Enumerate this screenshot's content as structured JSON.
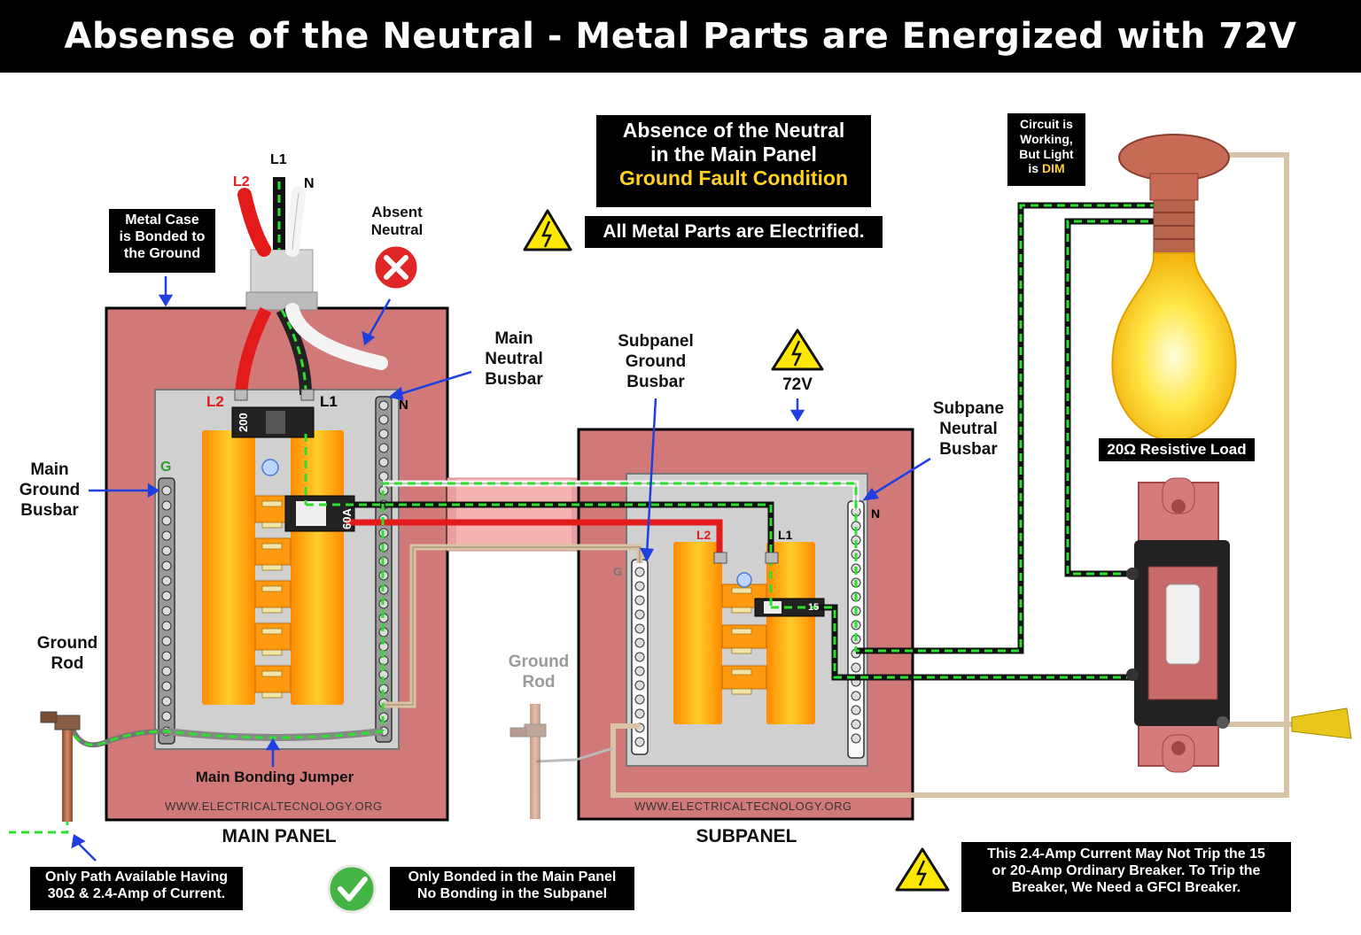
{
  "title": "Absense of the Neutral - Metal Parts are Energized with 72V",
  "header_box": {
    "line1": "Absence of the Neutral",
    "line2": "in the Main Panel",
    "line3": "Ground Fault Condition"
  },
  "warning_box": "All Metal Parts are Electrified.",
  "circuit_box": {
    "line1": "Circuit is",
    "line2": "Working,",
    "line3": "But Light",
    "line4_prefix": "is ",
    "line4_highlight": "DIM"
  },
  "load_label": "20Ω Resistive Load",
  "metal_case_box": {
    "line1": "Metal Case",
    "line2": "is Bonded to",
    "line3": "the Ground"
  },
  "absent_neutral": {
    "line1": "Absent",
    "line2": "Neutral"
  },
  "service_wires": {
    "l1": "L1",
    "l2": "L2",
    "n": "N"
  },
  "main_panel": {
    "label": "MAIN PANEL",
    "watermark": "WWW.ELECTRICALTECNOLOGY.ORG",
    "l2": "L2",
    "l1": "L1",
    "n": "N",
    "g": "G",
    "main_breaker": "200",
    "branch_breaker": "60A",
    "bonding_jumper": "Main Bonding Jumper",
    "neutral_busbar": {
      "line1": "Main",
      "line2": "Neutral",
      "line3": "Busbar"
    },
    "ground_busbar": {
      "line1": "Main",
      "line2": "Ground",
      "line3": "Busbar"
    }
  },
  "subpanel": {
    "label": "SUBPANEL",
    "watermark": "WWW.ELECTRICALTECNOLOGY.ORG",
    "l2": "L2",
    "l1": "L1",
    "n": "N",
    "g": "G",
    "breaker": "15",
    "ground_busbar": {
      "line1": "Subpanel",
      "line2": "Ground",
      "line3": "Busbar"
    },
    "neutral_busbar": {
      "line1": "Subpane",
      "line2": "Neutral",
      "line3": "Busbar"
    },
    "voltage": "72V"
  },
  "ground_rod_main": {
    "line1": "Ground",
    "line2": "Rod"
  },
  "ground_rod_sub": {
    "line1": "Ground",
    "line2": "Rod"
  },
  "path_box": {
    "line1": "Only Path Available Having",
    "line2": "30Ω & 2.4-Amp of Current."
  },
  "bonded_box": {
    "line1": "Only Bonded in the Main Panel",
    "line2": "No Bonding in the Subpanel"
  },
  "gfci_box": {
    "line1": "This 2.4-Amp Current May Not Trip the 15",
    "line2": "or 20-Amp Ordinary Breaker. To Trip the",
    "line3": "Breaker, We Need a GFCI Breaker."
  },
  "colors": {
    "panel": "#d17978",
    "live": "#e31b1b",
    "fault": "#2ee02e",
    "neutral_wire": "#e8e8e8",
    "ground_wire": "#d9c3a6",
    "busbar_orange": "#ff9a10"
  }
}
